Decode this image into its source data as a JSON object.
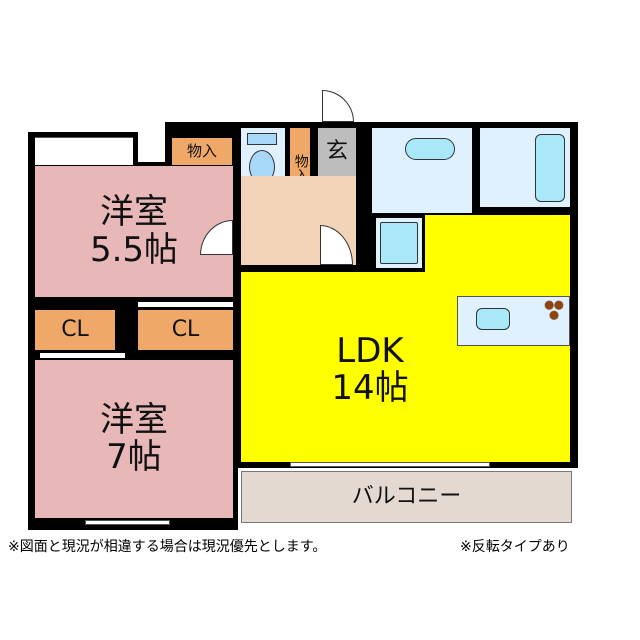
{
  "rooms": {
    "western_room_1": {
      "name": "洋室",
      "size": "5.5帖"
    },
    "western_room_2": {
      "name": "洋室",
      "size": "7帖"
    },
    "ldk": {
      "name": "LDK",
      "size": "14帖"
    },
    "storage_top": "物入",
    "storage_vertical": "物入",
    "entrance": "玄",
    "closet_1": "CL",
    "closet_2": "CL",
    "balcony": "バルコニー"
  },
  "footer": {
    "note": "※図面と現況が相違する場合は現況優先とします。",
    "reverse_note": "※反転タイプあり"
  },
  "colors": {
    "western": "#e8b8b8",
    "ldk": "#ffff00",
    "storage": "#f0a868",
    "water": "#dff0ff",
    "hall": "#f2d4b8",
    "entrance": "#bdbdbd",
    "balcony": "#e4d9d0"
  }
}
